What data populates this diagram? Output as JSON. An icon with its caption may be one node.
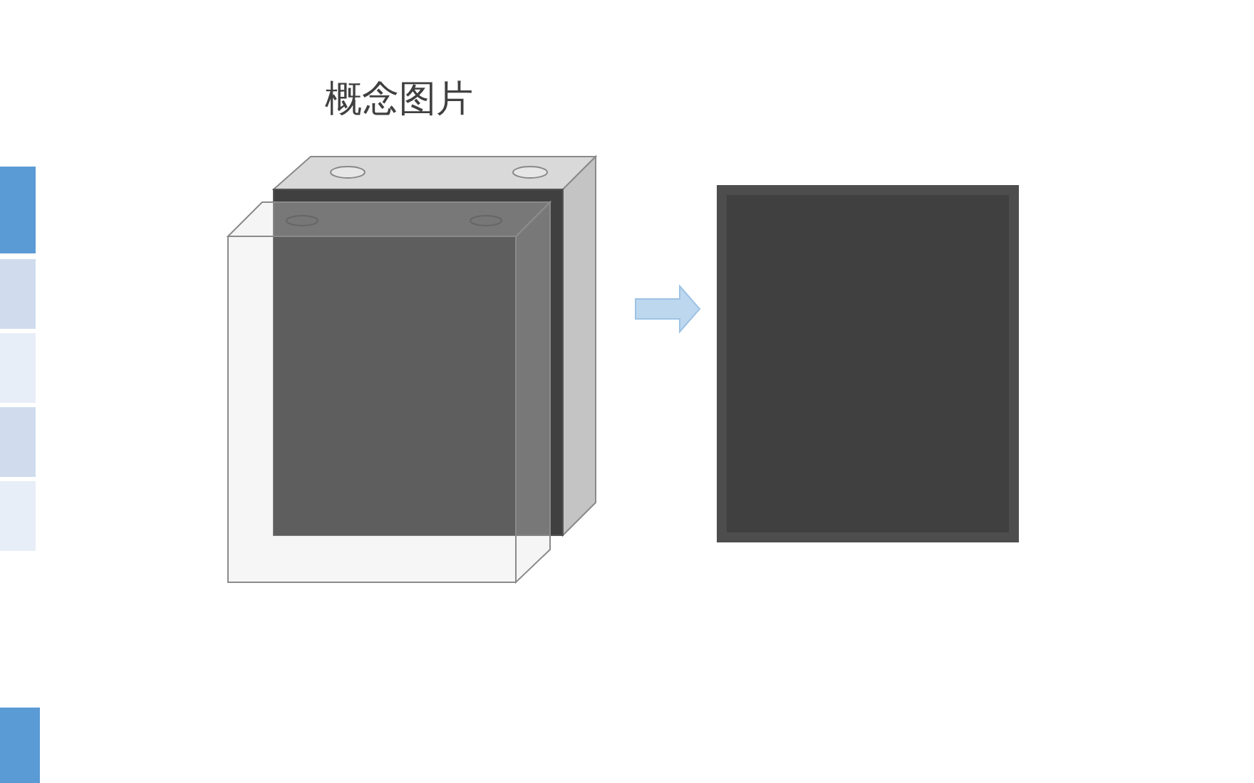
{
  "diagram": {
    "title": "概念图片",
    "nodes": [
      {
        "text": [],
        "shape": "picture"
      },
      {
        "text": [],
        "shape": "box"
      }
    ],
    "edges": [
      {
        "from": 0,
        "to": 1,
        "arrow": "to",
        "color": "#bdd7ee"
      }
    ]
  }
}
